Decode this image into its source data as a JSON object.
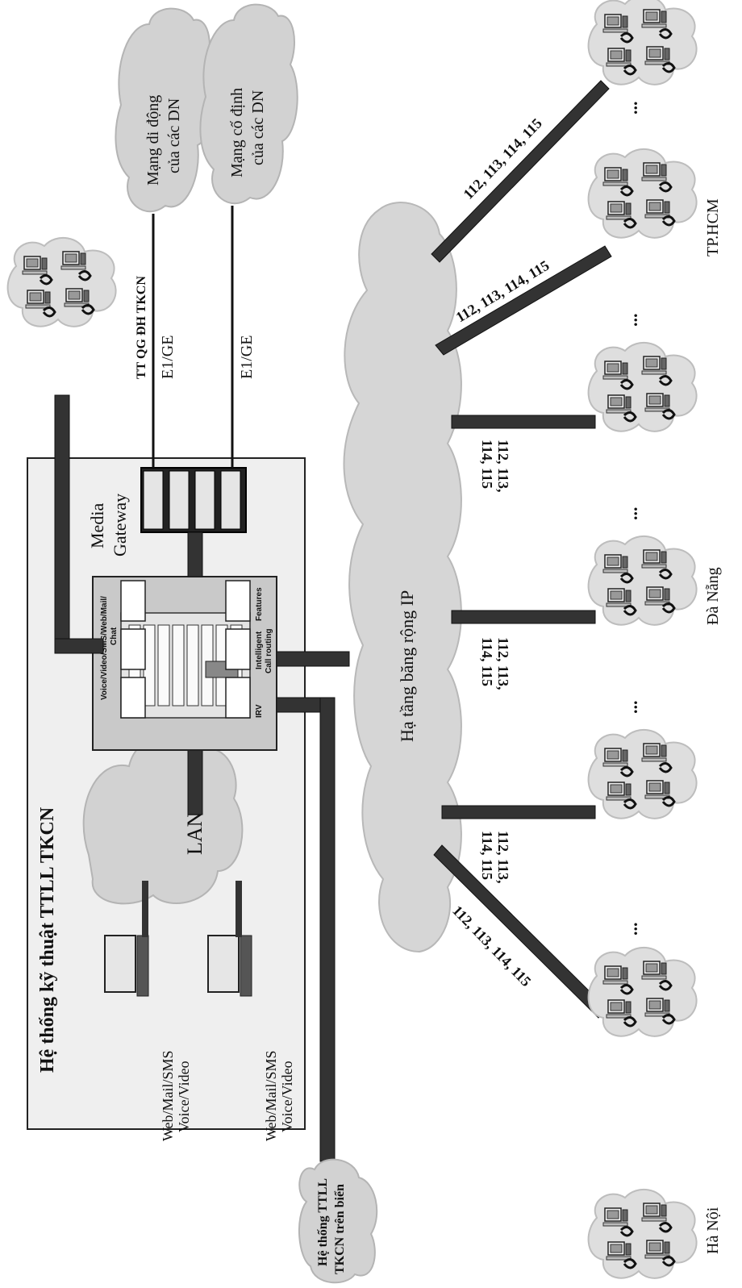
{
  "system": {
    "title": "Hệ thống kỹ thuật TTLL TKCN",
    "lan": "LAN",
    "media_gateway": [
      "Media",
      "Gateway"
    ],
    "switch_top": [
      "Voice/Video/SMS/Web/Mail/",
      "Chat"
    ],
    "switch_bottom": [
      "IRV",
      "Intelligent",
      "Call routing",
      "Features"
    ],
    "workstation_label": [
      "Web/Mail/SMS",
      "Voice/Video"
    ]
  },
  "external": {
    "national_center": "TT QG ĐH TKCN",
    "mobile_net": [
      "Mạng di động",
      "của các DN"
    ],
    "fixed_net": [
      "Mạng cố định",
      "của các DN"
    ],
    "link": "E1/GE",
    "sea_system": [
      "Hệ thống TTLL",
      "TKCN trên biển"
    ]
  },
  "ip_core": "Hạ tầng băng rộng IP",
  "branch_links": {
    "single_line": "112, 113, 114, 115",
    "two_line": [
      "112, 113,",
      "114, 115"
    ]
  },
  "cities": [
    "Hà Nội",
    "Đà Nẵng",
    "TP.HCM"
  ],
  "ellipsis": "..."
}
